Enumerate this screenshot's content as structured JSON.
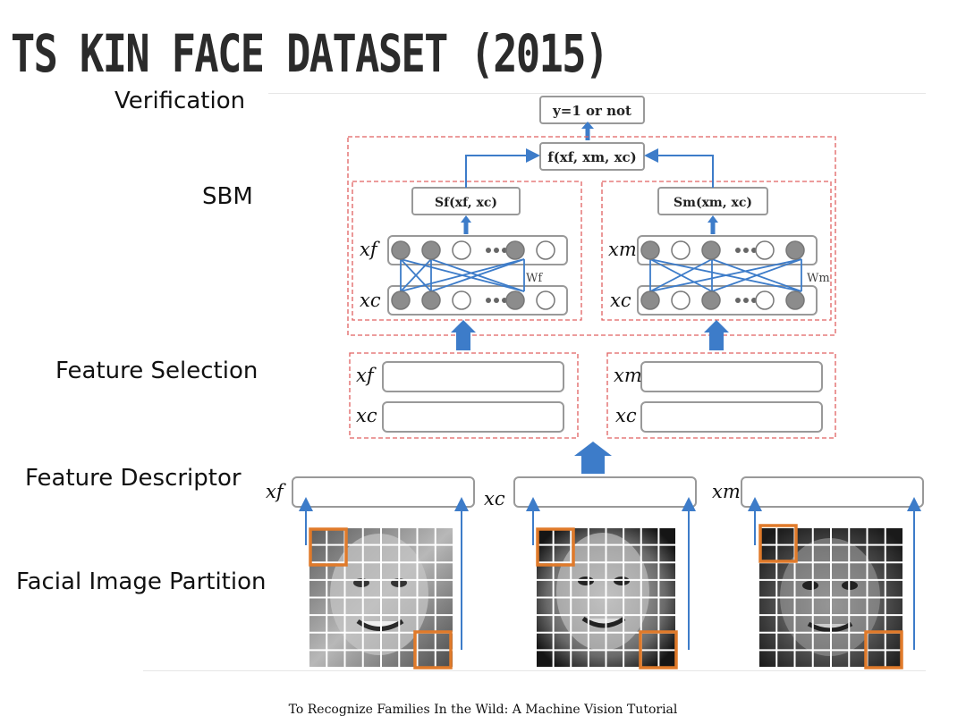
{
  "title": "TS KIN FACE DATASET (2015)",
  "row_labels": {
    "verification": "Verification",
    "sbm": "SBM",
    "feature_selection": "Feature Selection",
    "feature_descriptor": "Feature Descriptor",
    "facial_partition": "Facial Image Partition"
  },
  "diagram": {
    "output": "y=1 or not",
    "fusion": "f(xf, xm, xc)",
    "sbm_left_score": "Sf(xf, xc)",
    "sbm_right_score": "Sm(xm, xc)",
    "weight_f": "Wf",
    "weight_m": "Wm",
    "var_xf": "xf",
    "var_xm": "xm",
    "var_xc": "xc"
  },
  "footer": "To Recognize Families In the Wild: A Machine Vision Tutorial",
  "colors": {
    "arrow": "#3d7cc9",
    "dashed_box": "#e06060",
    "highlight": "#e07a2a",
    "node_filled": "#8c8c8c"
  }
}
